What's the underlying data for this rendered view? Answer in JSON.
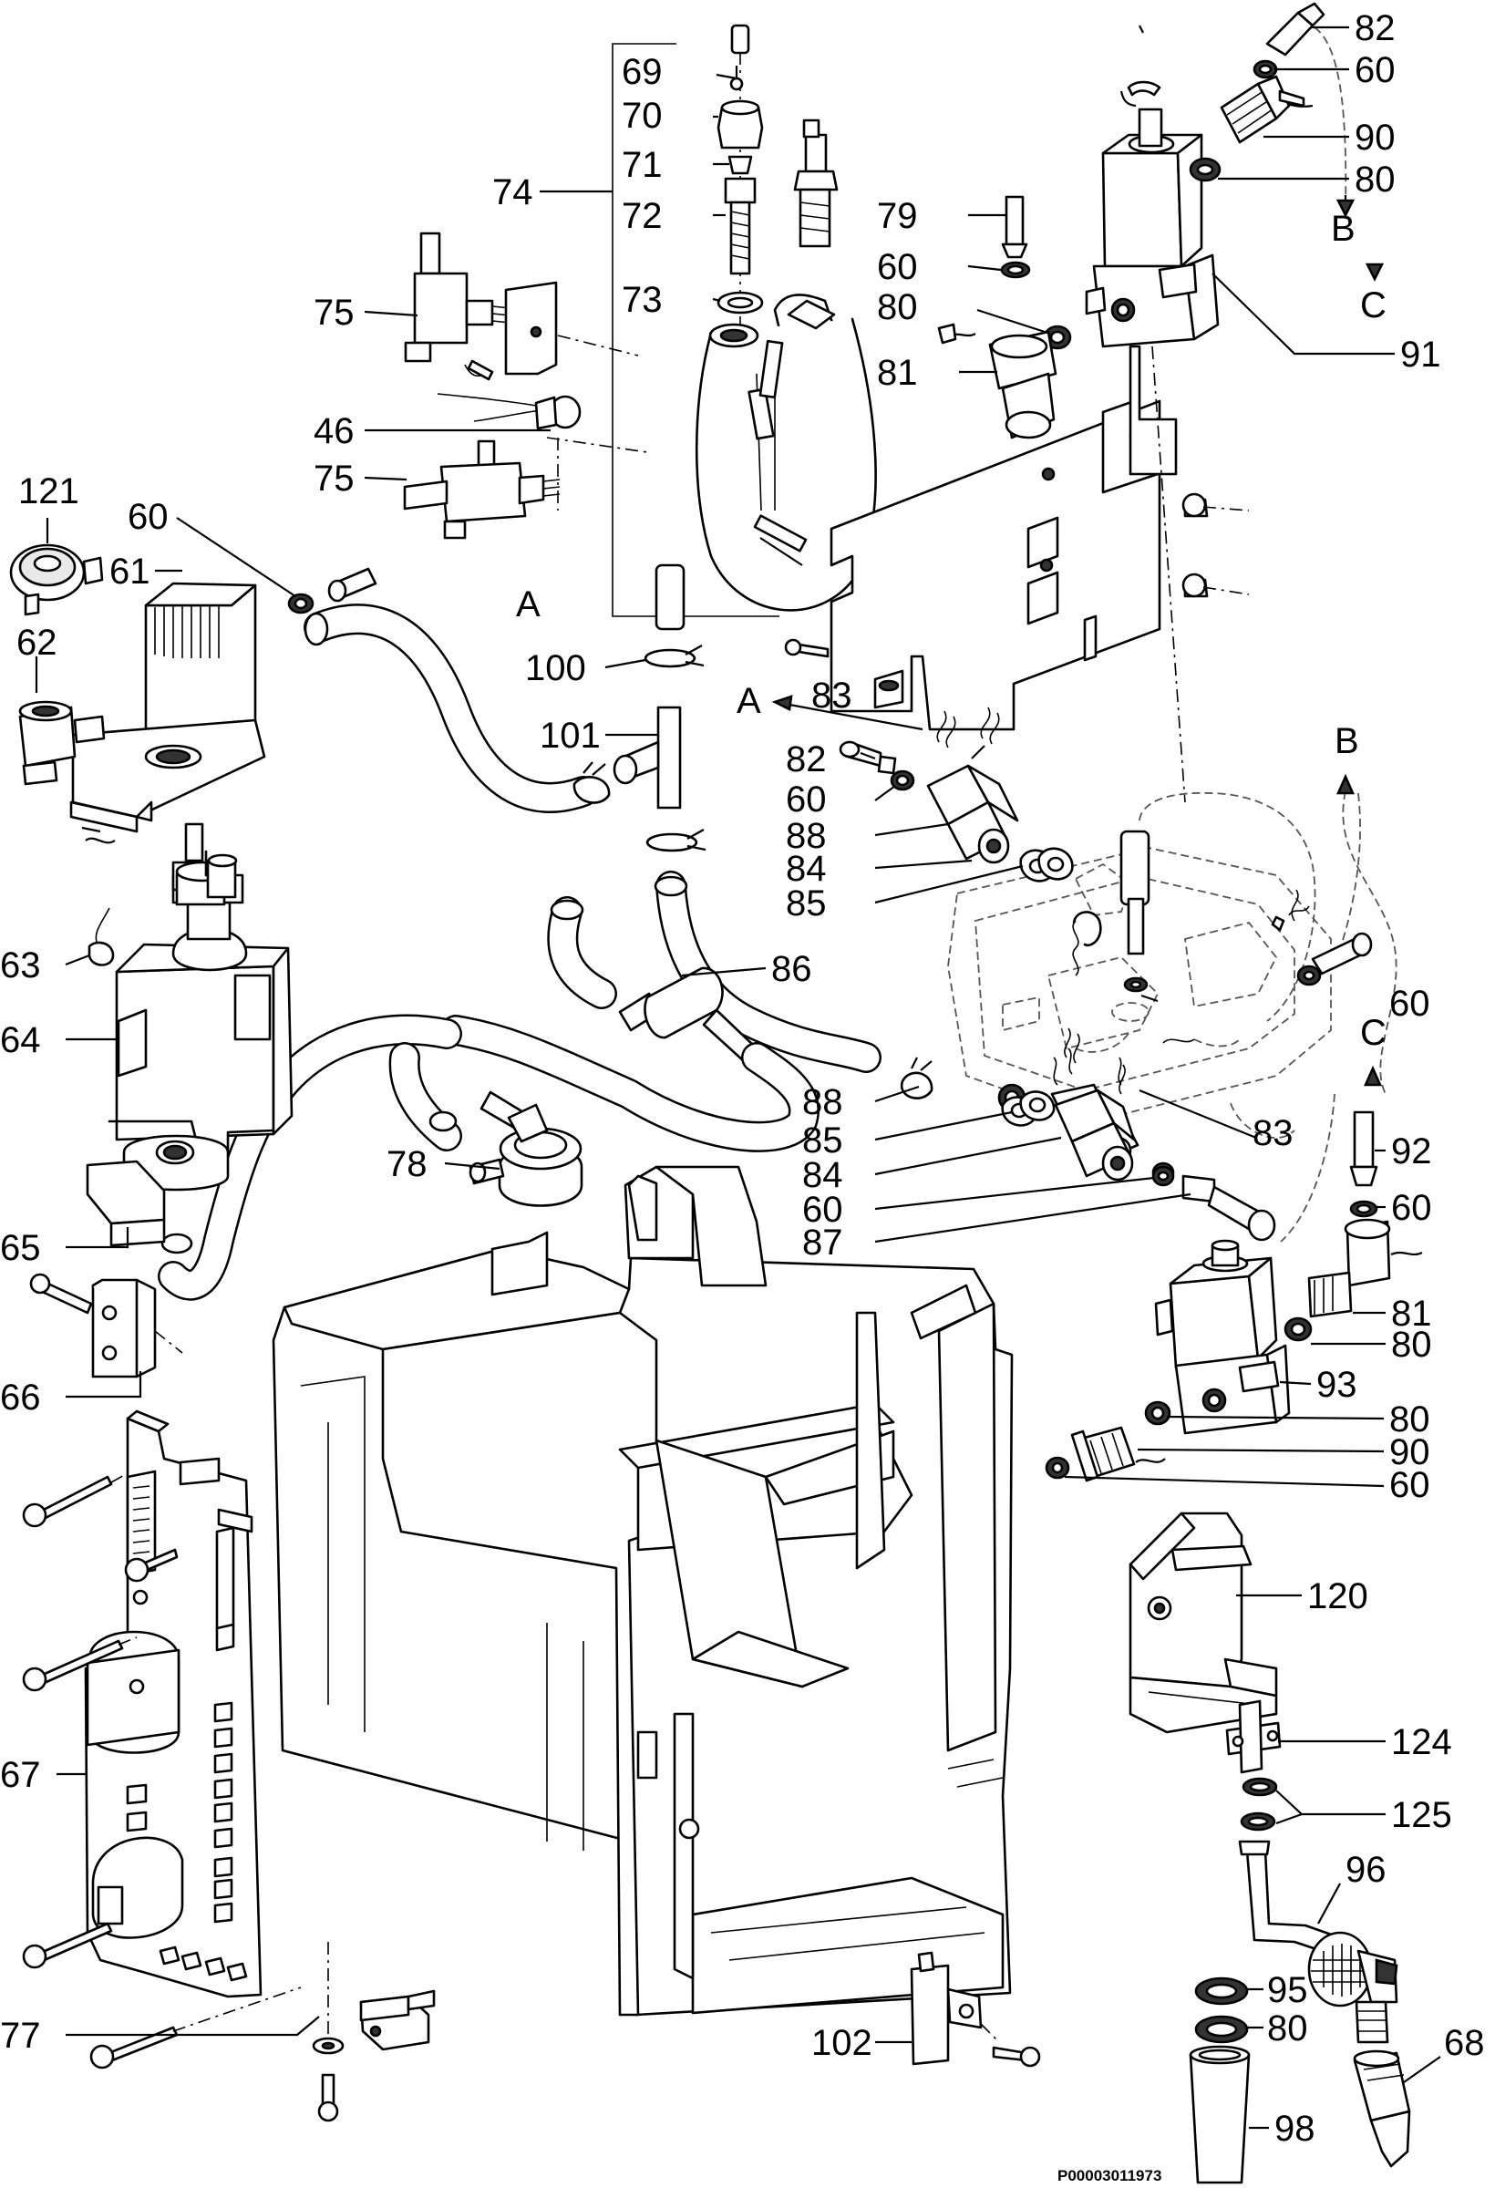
{
  "callouts": {
    "c82a": "82",
    "c60a": "60",
    "c90a": "90",
    "c80a": "80",
    "c69": "69",
    "c70": "70",
    "c71": "71",
    "c72": "72",
    "c73": "73",
    "c74": "74",
    "c79": "79",
    "c60b": "60",
    "c80b": "80",
    "c81a": "81",
    "c91": "91",
    "c75a": "75",
    "c46": "46",
    "c75b": "75",
    "c121": "121",
    "c60c": "60",
    "c61": "61",
    "c62": "62",
    "c100": "100",
    "c101": "101",
    "c83a": "83",
    "c82b": "82",
    "c60d": "60",
    "c88a": "88",
    "c84a": "84",
    "c85a": "85",
    "c63": "63",
    "c64": "64",
    "c86": "86",
    "c60e": "60",
    "c88b": "88",
    "c85b": "85",
    "c84b": "84",
    "c60f": "60",
    "c87": "87",
    "c83b": "83",
    "c92": "92",
    "c60g": "60",
    "c78": "78",
    "c65": "65",
    "c66": "66",
    "c81b": "81",
    "c80c": "80",
    "c93": "93",
    "c80d": "80",
    "c90b": "90",
    "c60h": "60",
    "c120": "120",
    "c67": "67",
    "c124": "124",
    "c125": "125",
    "c96": "96",
    "c95": "95",
    "c80e": "80",
    "c68": "68",
    "c77": "77",
    "c102": "102",
    "c98": "98"
  },
  "refs": {
    "B_top": "B",
    "C_top": "C",
    "A_mid": "A",
    "A_left": "A",
    "B_right": "B",
    "C_right": "C"
  },
  "drawing_code": "P00003011973"
}
